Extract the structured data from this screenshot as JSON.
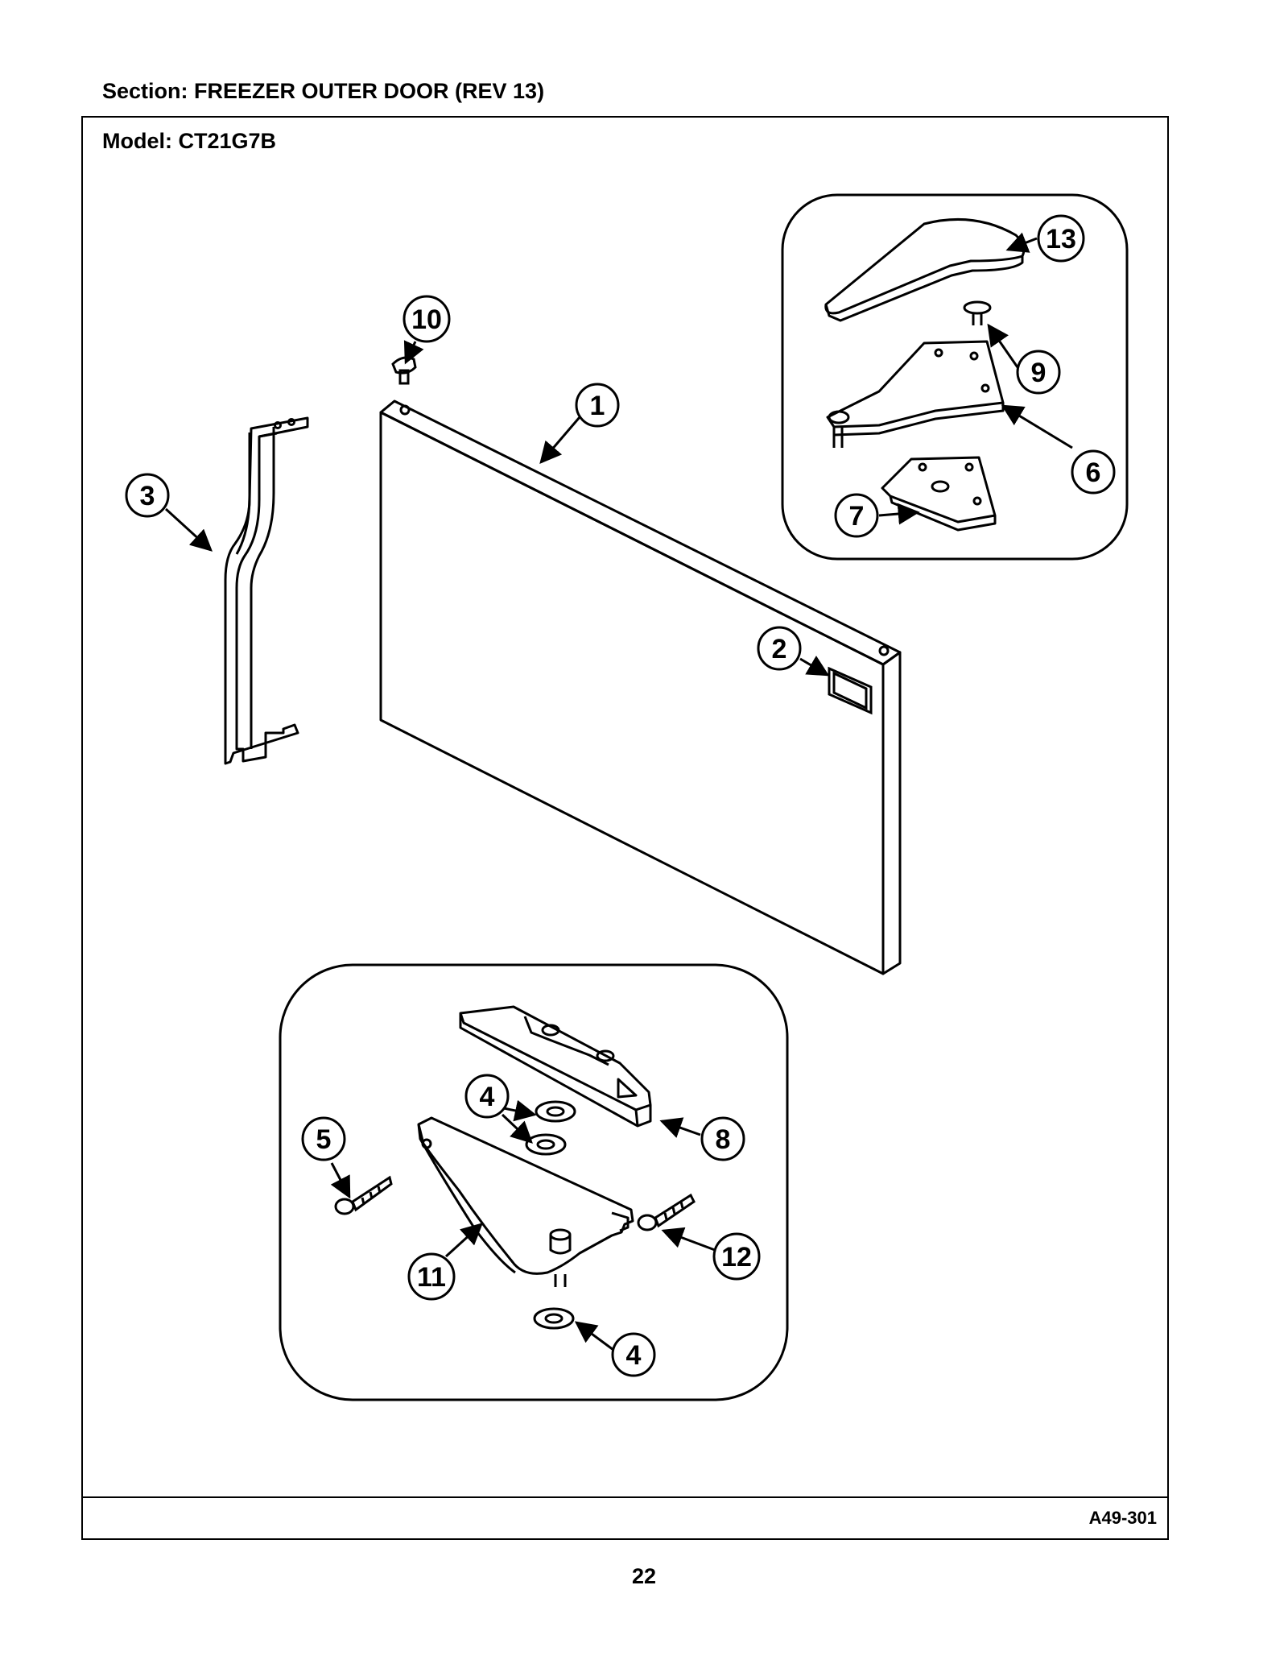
{
  "header": {
    "section": "Section:  FREEZER OUTER DOOR (REV 13)",
    "model": "Model:  CT21G7B"
  },
  "diagram": {
    "callouts": [
      {
        "id": "c1",
        "label": "1"
      },
      {
        "id": "c2",
        "label": "2"
      },
      {
        "id": "c3",
        "label": "3"
      },
      {
        "id": "c4a",
        "label": "4"
      },
      {
        "id": "c4b",
        "label": "4"
      },
      {
        "id": "c5",
        "label": "5"
      },
      {
        "id": "c6",
        "label": "6"
      },
      {
        "id": "c7",
        "label": "7"
      },
      {
        "id": "c8",
        "label": "8"
      },
      {
        "id": "c9",
        "label": "9"
      },
      {
        "id": "c10",
        "label": "10"
      },
      {
        "id": "c11",
        "label": "11"
      },
      {
        "id": "c12",
        "label": "12"
      },
      {
        "id": "c13",
        "label": "13"
      }
    ]
  },
  "footer": {
    "figure_code": "A49-301",
    "page_number": "22"
  }
}
